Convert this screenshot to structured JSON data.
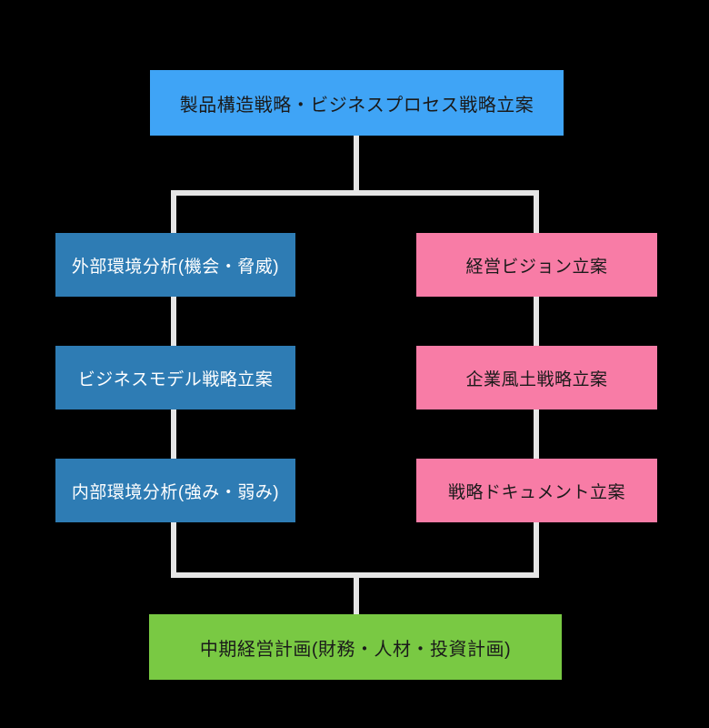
{
  "diagram": {
    "background_color": "#000000",
    "connector_color": "#e6e6e6",
    "nodes": {
      "top": {
        "label": "製品構造戦略・ビジネスプロセス戦略立案",
        "bg_color": "#3fa4f6",
        "text_color": "#1a1a1a"
      },
      "left_column": [
        {
          "label": "外部環境分析(機会・脅威)",
          "bg_color": "#2e7cb4",
          "text_color": "#ffffff"
        },
        {
          "label": "ビジネスモデル戦略立案",
          "bg_color": "#2e7cb4",
          "text_color": "#ffffff"
        },
        {
          "label": "内部環境分析(強み・弱み)",
          "bg_color": "#2e7cb4",
          "text_color": "#ffffff"
        }
      ],
      "right_column": [
        {
          "label": "経営ビジョン立案",
          "bg_color": "#f87ca6",
          "text_color": "#1a1a1a"
        },
        {
          "label": "企業風土戦略立案",
          "bg_color": "#f87ca6",
          "text_color": "#1a1a1a"
        },
        {
          "label": "戦略ドキュメント立案",
          "bg_color": "#f87ca6",
          "text_color": "#1a1a1a"
        }
      ],
      "bottom": {
        "label": "中期経営計画(財務・人材・投資計画)",
        "bg_color": "#79c943",
        "text_color": "#1a1a1a"
      }
    }
  }
}
